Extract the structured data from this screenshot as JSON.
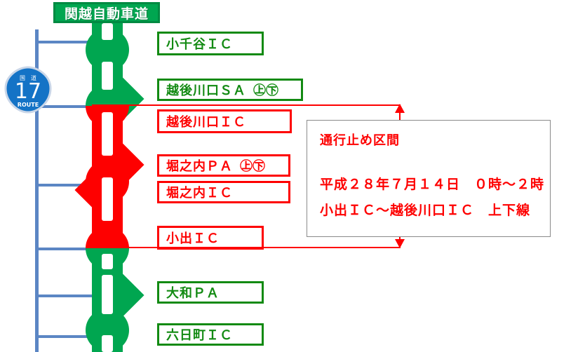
{
  "diagram": {
    "title": "関越自動車道",
    "expressway_name": "関越自動車道",
    "route_shield": {
      "name": "route-17-shield",
      "top_text": "国道",
      "number": "17",
      "bottom_text": "ROUTE",
      "color": "#1473c6"
    },
    "colors": {
      "open_green": "#00a650",
      "label_green": "#128a12",
      "closed_red": "#fe0000",
      "route_blue": "#5b86c4",
      "banner_border": "#008a42",
      "info_border": "#8a8a8a",
      "white": "#ffffff"
    }
  },
  "interchanges": [
    {
      "name": "小千谷ＩＣ",
      "type": "IC",
      "status": "open",
      "directions": ""
    },
    {
      "name": "越後川口ＳＡ",
      "type": "SA",
      "status": "open",
      "directions": "㊤㊦"
    },
    {
      "name": "越後川口ＩＣ",
      "type": "IC",
      "status": "closed",
      "directions": ""
    },
    {
      "name": "堀之内ＰＡ",
      "type": "PA",
      "status": "closed",
      "directions": "㊤㊦"
    },
    {
      "name": "堀之内ＩＣ",
      "type": "IC",
      "status": "closed",
      "directions": ""
    },
    {
      "name": "小出ＩＣ",
      "type": "IC",
      "status": "closed",
      "directions": ""
    },
    {
      "name": "大和ＰＡ",
      "type": "PA",
      "status": "open",
      "directions": ""
    },
    {
      "name": "六日町ＩＣ",
      "type": "IC",
      "status": "open",
      "directions": ""
    }
  ],
  "labels": {
    "ojiya_ic": "小千谷ＩＣ",
    "echigo_kawaguchi_sa": "越後川口ＳＡ",
    "echigo_kawaguchi_sa_dir": "㊤㊦",
    "echigo_kawaguchi_ic": "越後川口ＩＣ",
    "horinouchi_pa": "堀之内ＰＡ",
    "horinouchi_pa_dir": "㊤㊦",
    "horinouchi_ic": "堀之内ＩＣ",
    "koide_ic": "小出ＩＣ",
    "yamato_pa": "大和ＰＡ",
    "muikamachi_ic": "六日町ＩＣ"
  },
  "closure_info": {
    "title": "通行止め区間",
    "datetime": "平成２８年７月１４日　０時〜２時",
    "section": "小出ＩＣ〜越後川口ＩＣ　上下線"
  }
}
